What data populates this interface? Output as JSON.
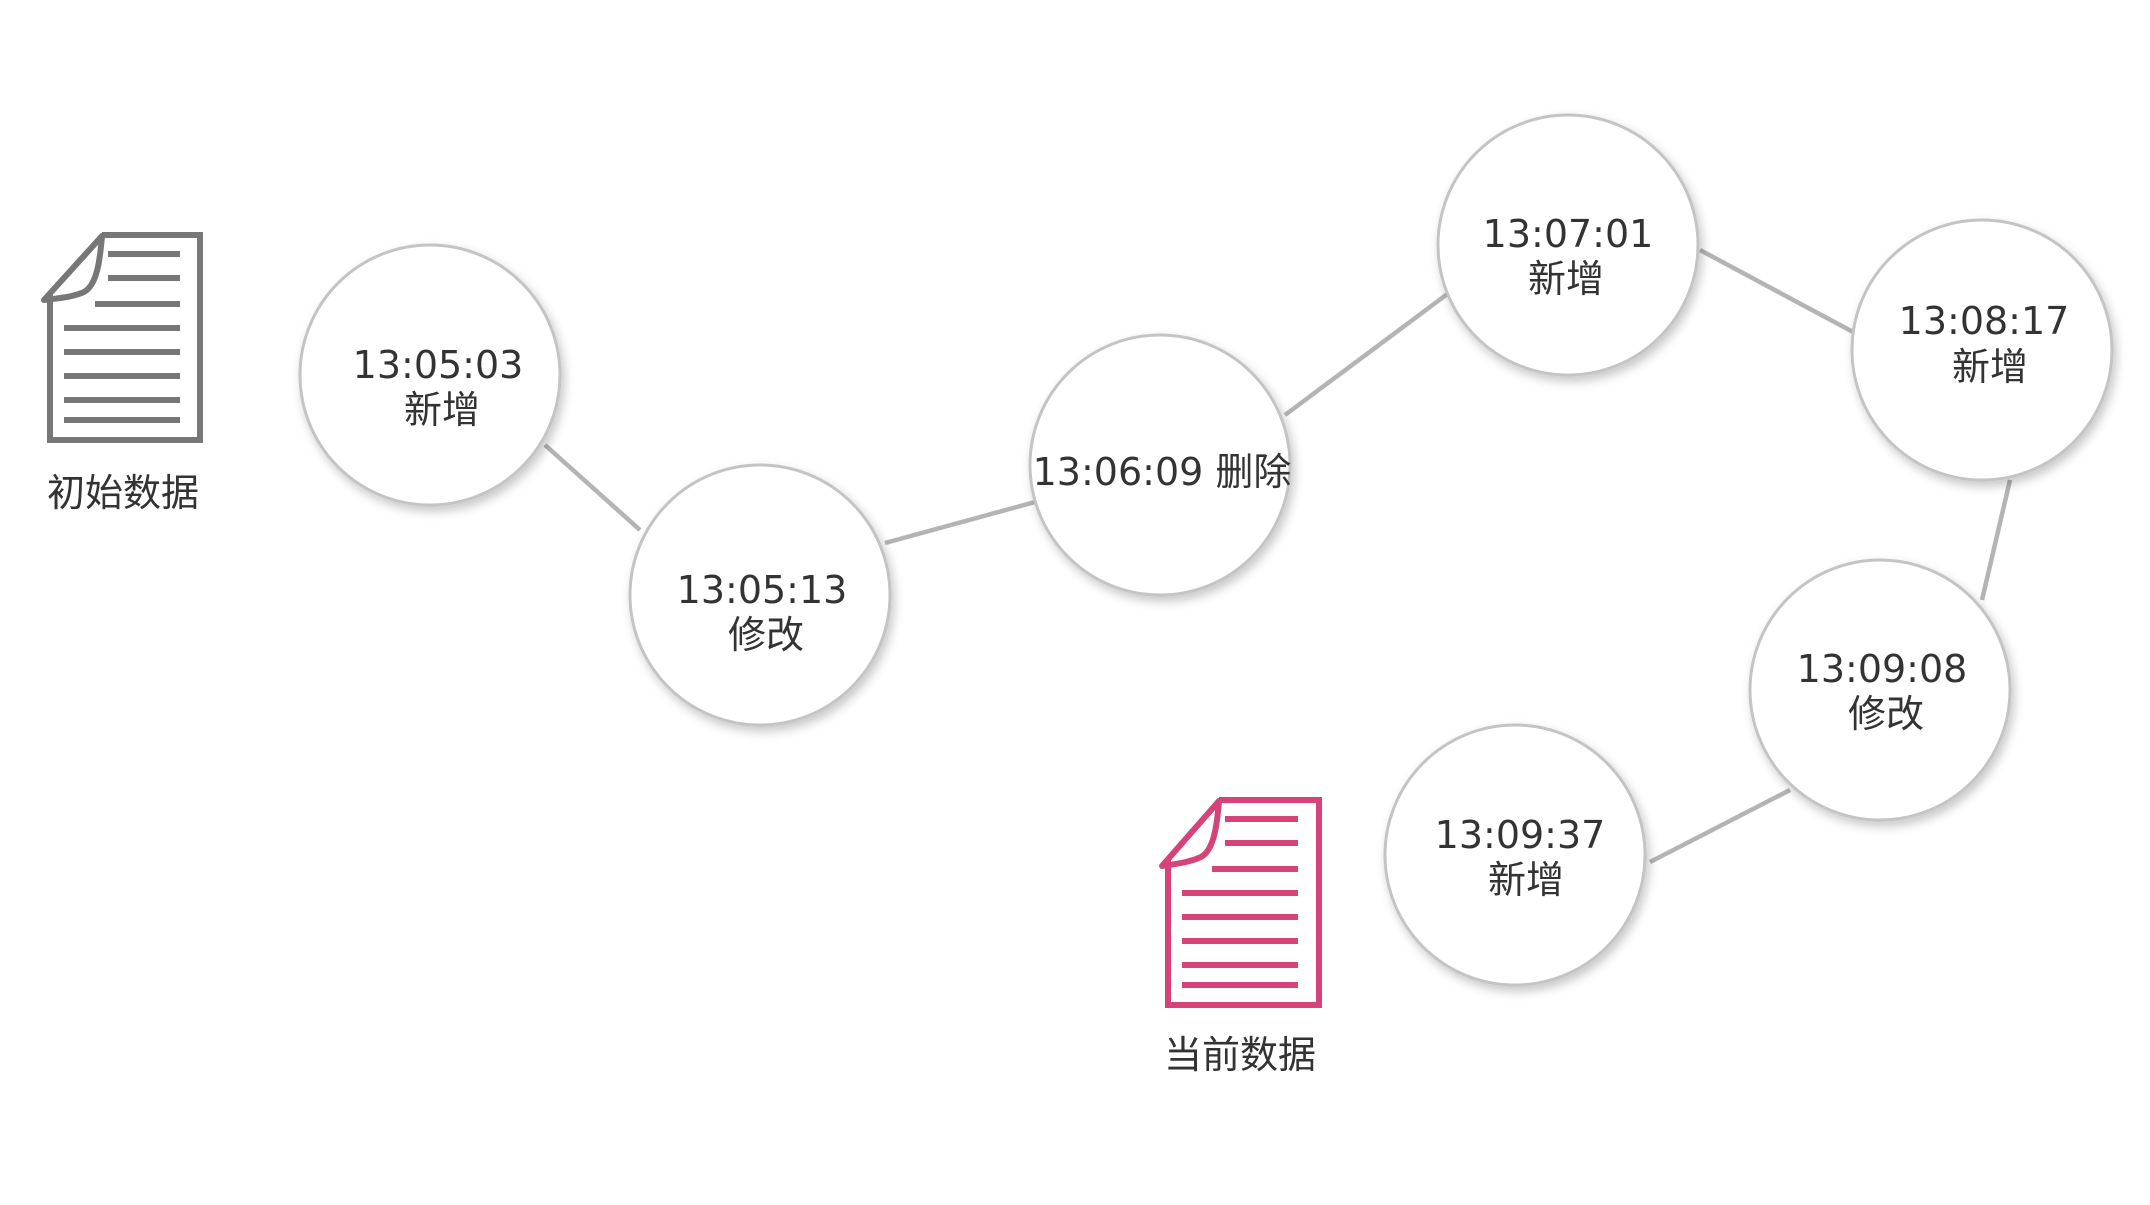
{
  "documents": {
    "initial": {
      "label": "初始数据",
      "icon": "document-icon",
      "color": "#777777"
    },
    "current": {
      "label": "当前数据",
      "icon": "document-icon",
      "color": "#d6437a"
    }
  },
  "timeline": [
    {
      "time": "13:05:03",
      "action": "新增"
    },
    {
      "time": "13:05:13",
      "action": "修改"
    },
    {
      "time": "13:06:09 删除",
      "action": ""
    },
    {
      "time": "13:07:01",
      "action": "新增"
    },
    {
      "time": "13:08:17",
      "action": "新增"
    },
    {
      "time": "13:09:08",
      "action": "修改"
    },
    {
      "time": "13:09:37",
      "action": "新增"
    }
  ]
}
